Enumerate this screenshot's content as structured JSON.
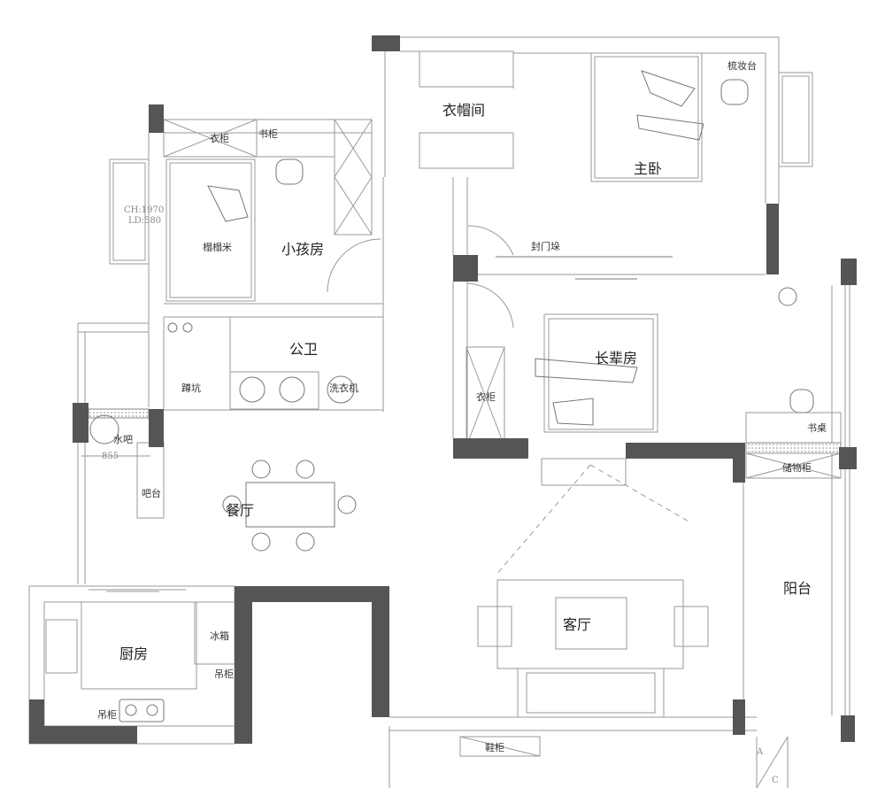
{
  "rooms": {
    "cloakroom": "衣帽间",
    "master_bedroom": "主卧",
    "dresser": "梳妆台",
    "child_room": "小孩房",
    "tatami": "榻榻米",
    "wardrobe_child": "衣柜",
    "bookcase_child": "书柜",
    "public_bath": "公卫",
    "squat_toilet": "蹲坑",
    "washer": "洗衣机",
    "door_pillar": "封门垛",
    "elder_room": "长辈房",
    "wardrobe_elder": "衣柜",
    "desk": "书桌",
    "storage": "储物柜",
    "water_bar": "水吧",
    "bar_counter": "吧台",
    "dining": "餐厅",
    "kitchen": "厨房",
    "fridge": "冰箱",
    "wall_cabinet_1": "吊柜",
    "wall_cabinet_2": "吊柜",
    "living_room": "客厅",
    "balcony": "阳台",
    "shoe_cabinet": "鞋柜"
  },
  "annotations": {
    "ch": "CH:1970",
    "ld": "LD:580",
    "bar_width": "855",
    "mark_a": "A",
    "mark_c": "C"
  },
  "colors": {
    "wall": "#555555",
    "line": "#9a9a9a"
  }
}
